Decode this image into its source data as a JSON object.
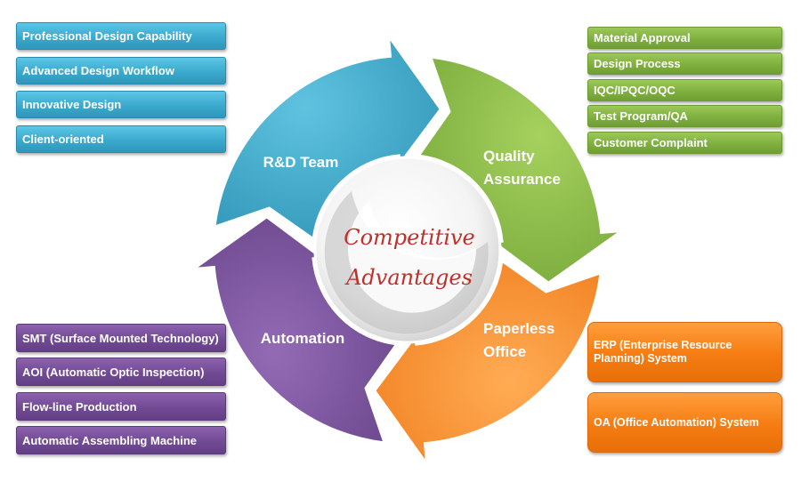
{
  "left_top_items": [
    "Professional Design Capability",
    "Advanced Design Workflow",
    "Innovative Design",
    "Client-oriented"
  ],
  "right_top_items": [
    "Material Approval",
    "Design Process",
    "IQC/IPQC/OQC",
    "Test Program/QA",
    "Customer Complaint"
  ],
  "left_bottom_items": [
    "SMT (Surface Mounted Technology)",
    "AOI (Automatic Optic Inspection)",
    "Flow-line Production",
    "Automatic Assembling Machine"
  ],
  "right_bottom_items": [
    "ERP (Enterprise Resource Planning) System",
    "OA (Office Automation) System"
  ],
  "cycle": {
    "rd_team": "R&D Team",
    "quality_line1": "Quality",
    "quality_line2": "Assurance",
    "paperless_line1": "Paperless",
    "paperless_line2": "Office",
    "automation": "Automation",
    "center_line1": "Competitive",
    "center_line2": "Advantages"
  },
  "colors": {
    "rd_team": "#3ea8c9",
    "quality": "#8dbe4a",
    "paperless": "#f7923a",
    "automation": "#7d5aa4",
    "center_text": "#c0302a"
  }
}
